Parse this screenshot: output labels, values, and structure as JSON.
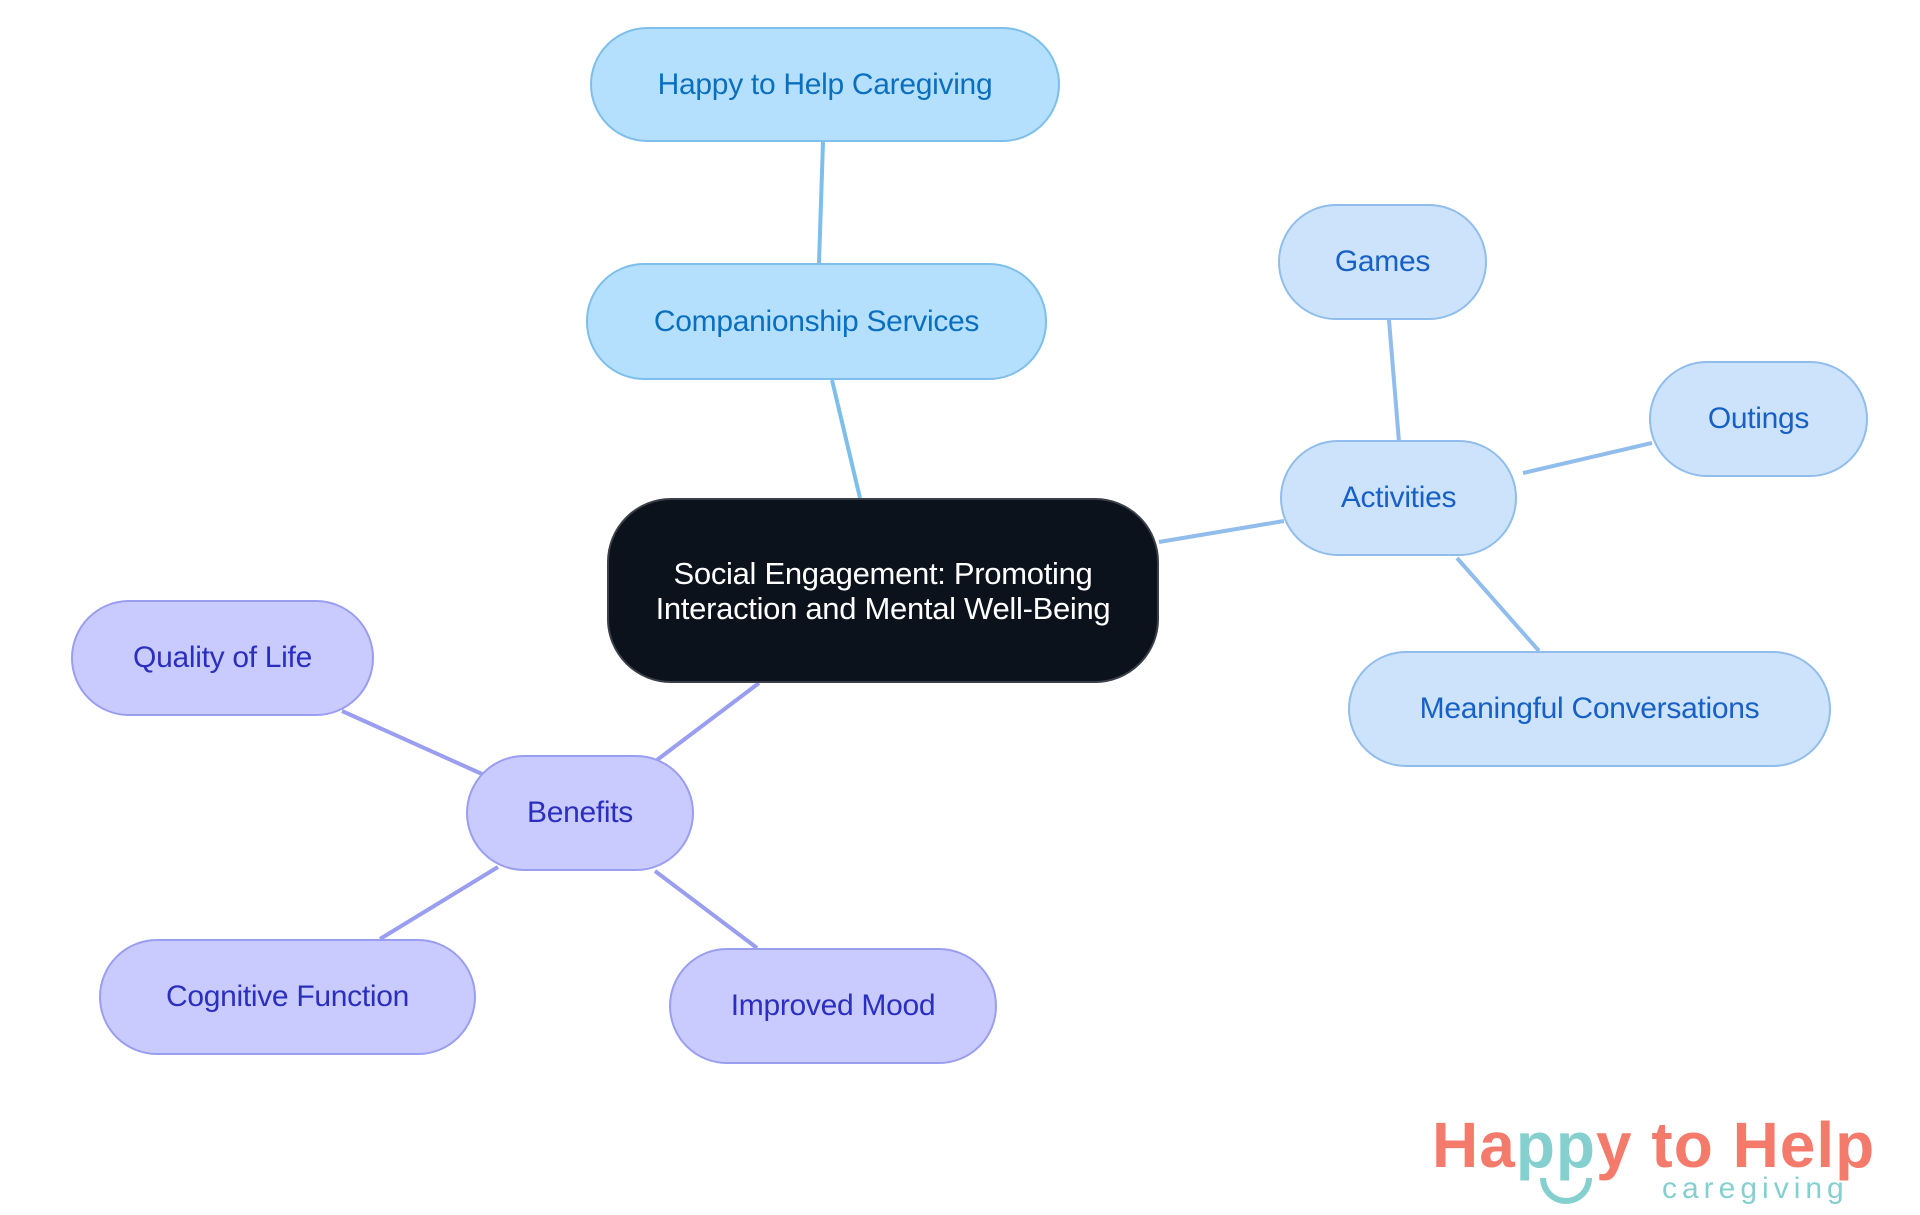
{
  "diagram": {
    "type": "mindmap",
    "center": {
      "label": "Social Engagement: Promoting Interaction and Mental Well-Being"
    },
    "branches": [
      {
        "id": "companionship",
        "label": "Companionship Services",
        "children": [
          {
            "label": "Happy to Help Caregiving"
          }
        ]
      },
      {
        "id": "activities",
        "label": "Activities",
        "children": [
          {
            "label": "Games"
          },
          {
            "label": "Outings"
          },
          {
            "label": "Meaningful Conversations"
          }
        ]
      },
      {
        "id": "benefits",
        "label": "Benefits",
        "children": [
          {
            "label": "Quality of Life"
          },
          {
            "label": "Cognitive Function"
          },
          {
            "label": "Improved Mood"
          }
        ]
      }
    ]
  },
  "colors": {
    "center_fill": "#0c121c",
    "companionship_fill": "#b5e0fd",
    "companionship_edge": "#7dbfea",
    "activities_fill": "#cde3fb",
    "activities_edge": "#90bdec",
    "benefits_fill": "#c9cafd",
    "benefits_edge": "#9a9ef0",
    "logo_coral": "#f47b6c",
    "logo_teal": "#85d0cf"
  },
  "logo": {
    "part1": "Ha",
    "part2": "pp",
    "part3": "y to Help",
    "subtitle": "caregiving"
  }
}
